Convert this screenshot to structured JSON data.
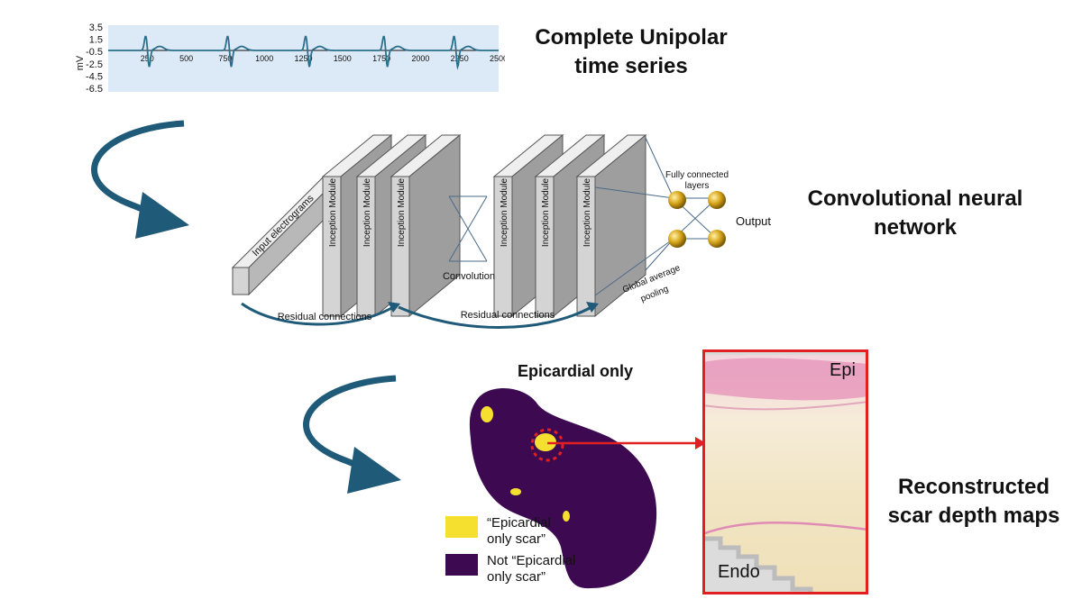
{
  "headings": {
    "timeseries": [
      "Complete Unipolar",
      "time series"
    ],
    "cnn": [
      "Convolutional neural",
      "network"
    ],
    "scar": [
      "Reconstructed",
      "scar depth maps"
    ]
  },
  "timeseries_plot": {
    "ylabel": "mV",
    "yticks": [
      "3.5",
      "1.5",
      "-0.5",
      "-2.5",
      "-4.5",
      "-6.5"
    ],
    "xticks": [
      "250",
      "500",
      "750",
      "1000",
      "1250",
      "1500",
      "1750",
      "2000",
      "2250",
      "2500"
    ],
    "colors": {
      "background": "#dce9f6",
      "trace": "#2b6f8c"
    }
  },
  "network": {
    "input_label": "Input electrograms",
    "module_label": "Inception Module",
    "convolution_label": "Convolution",
    "fc_label": [
      "Fully connected",
      "layers"
    ],
    "output_label": "Output",
    "gap_label": [
      "Global average",
      "pooling"
    ],
    "residual_label": "Residual connections"
  },
  "scar_map": {
    "title": "Epicardial only",
    "legend": [
      {
        "label": [
          "“Epicardial",
          "only scar”"
        ],
        "color": "#f5e030"
      },
      {
        "label": [
          "Not “Epicardial",
          "only scar”"
        ],
        "color": "#3d0a52"
      }
    ],
    "histology_top": "Epi",
    "histology_bottom": "Endo"
  },
  "colors": {
    "arrow": "#1f5a78",
    "highlight": "#e02020",
    "node": "#d8a51a"
  }
}
